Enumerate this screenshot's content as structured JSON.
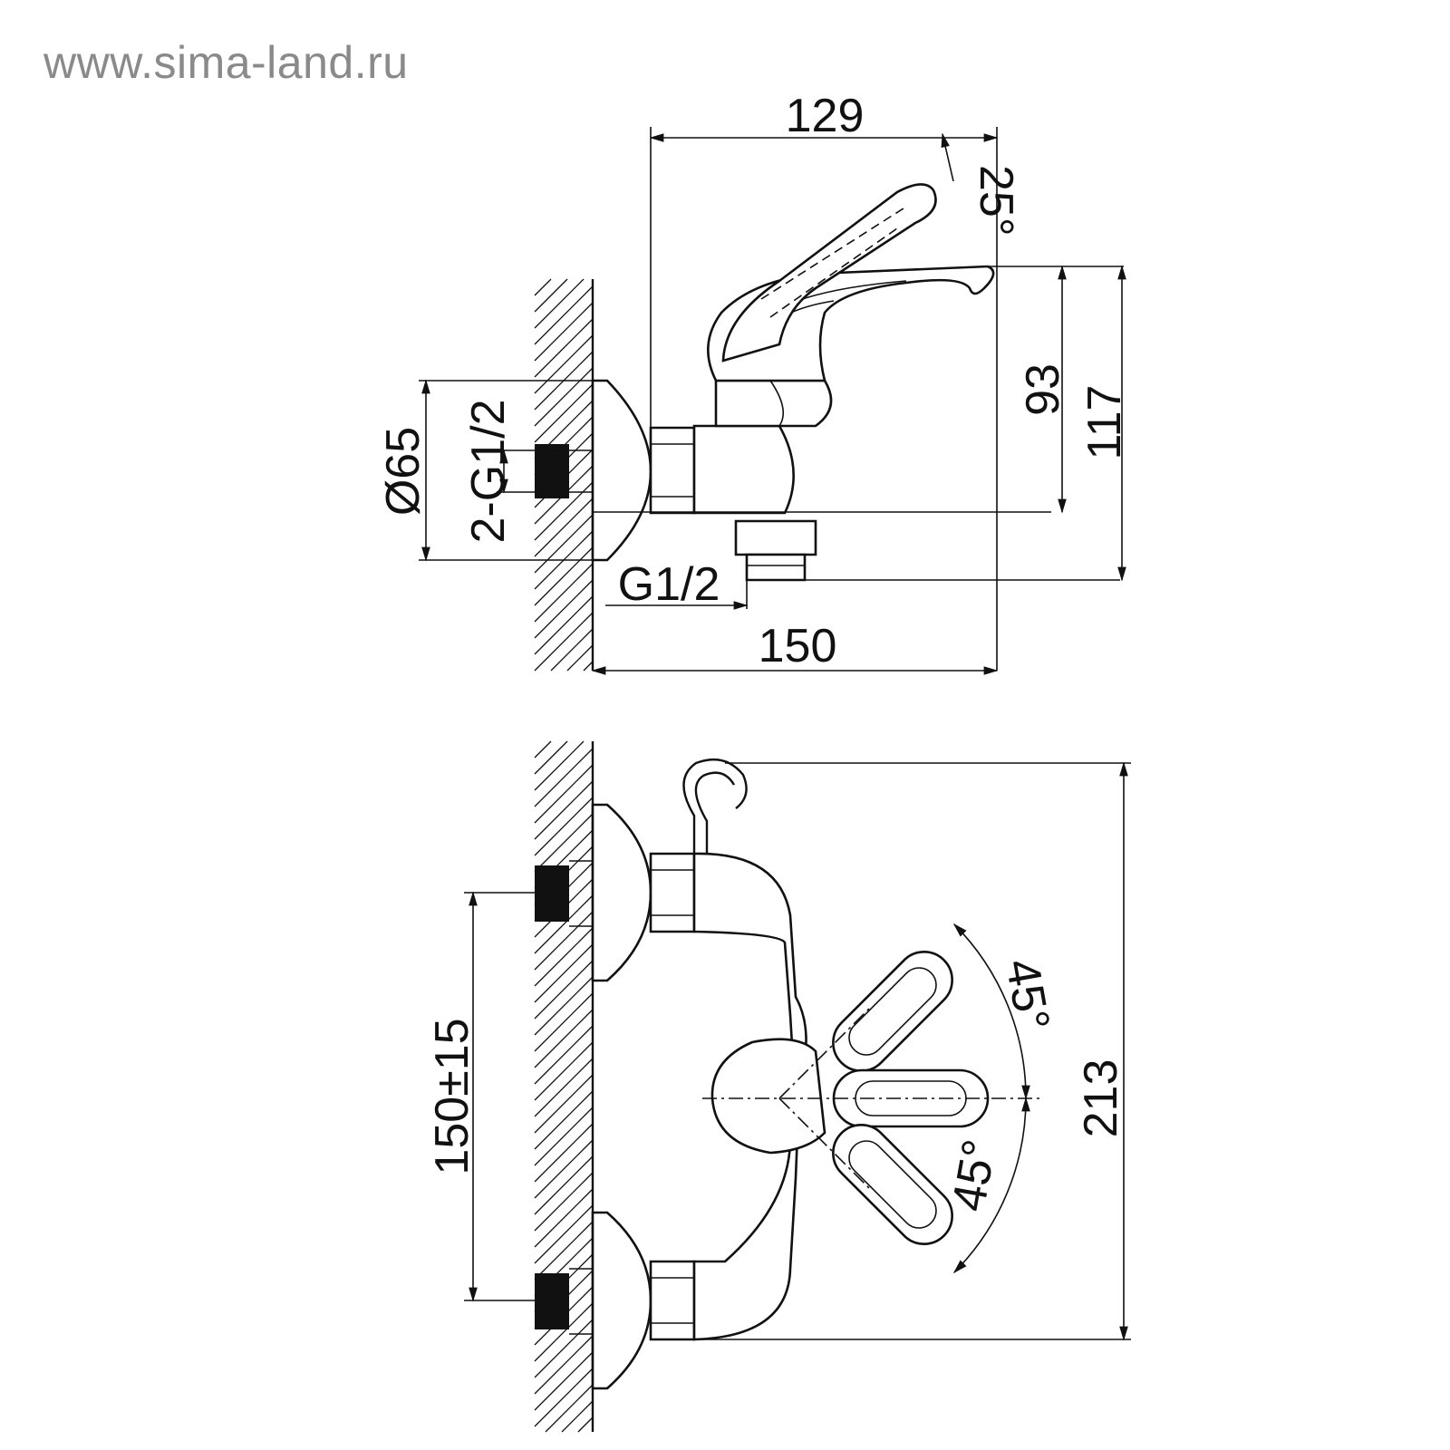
{
  "watermark": "www.sima-land.ru",
  "side_view": {
    "width_top": "129",
    "lever_angle": "25°",
    "height_spout": "93",
    "height_total": "117",
    "flange_diameter": "Ø65",
    "inlet_thread": "2-G1/2",
    "outlet_thread": "G1/2",
    "projection": "150"
  },
  "front_view": {
    "center_distance": "150±15",
    "height": "213",
    "angle_upper": "45°",
    "angle_lower": "45°"
  }
}
